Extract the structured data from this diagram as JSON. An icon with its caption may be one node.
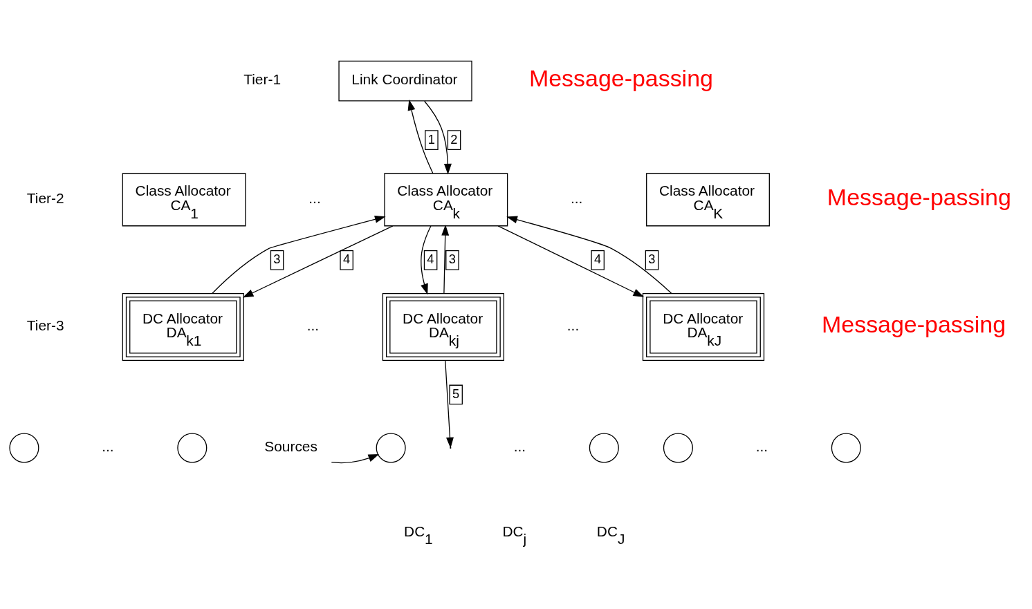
{
  "diagram": {
    "nodes": [
      {
        "text": [
          "Link Coordinator"
        ]
      },
      {
        "text": [
          "Class Allocator",
          "CA$_{1}$"
        ]
      },
      {
        "text": [
          "Class Allocator",
          "CA$_{k}$"
        ]
      },
      {
        "text": [
          "Class Allocator",
          "CA$_{K}$"
        ]
      },
      {
        "text": [
          "DC Allocator",
          "DA$_{k1}$"
        ]
      },
      {
        "text": [
          "DC Allocator",
          "DA$_{kj}$"
        ]
      },
      {
        "text": [
          "DC Allocator",
          "DA$_{kJ}$"
        ]
      },
      {
        "text": [],
        "shape": "circle"
      },
      {
        "text": [],
        "shape": "circle"
      },
      {
        "text": [
          "Sources"
        ]
      },
      {
        "text": [],
        "shape": "circle"
      },
      {
        "text": [],
        "shape": "circle"
      },
      {
        "text": [],
        "shape": "circle"
      },
      {
        "text": [],
        "shape": "circle"
      }
    ],
    "edges": [
      {
        "from": 2,
        "to": 0,
        "arrow": "to",
        "label": "1"
      },
      {
        "from": 0,
        "to": 2,
        "arrow": "to",
        "label": "2"
      },
      {
        "from": 4,
        "to": 2,
        "arrow": "to",
        "label": "3"
      },
      {
        "from": 2,
        "to": 4,
        "arrow": "to",
        "label": "4"
      },
      {
        "from": 5,
        "to": 2,
        "arrow": "to",
        "label": "3"
      },
      {
        "from": 2,
        "to": 5,
        "arrow": "to",
        "label": "4"
      },
      {
        "from": 2,
        "to": 6,
        "arrow": "to",
        "label": "4"
      },
      {
        "from": 6,
        "to": 2,
        "arrow": "to",
        "label": "3"
      },
      {
        "from": 5,
        "to": null,
        "arrow": "to",
        "label": "5"
      },
      {
        "from": 9,
        "to": 10,
        "arrow": "to"
      }
    ],
    "labels": [
      "Tier-1",
      "Message-passing",
      "Tier-2",
      "...",
      "...",
      "Message-passing",
      "Tier-3",
      "...",
      "...",
      "Message-passing",
      "...",
      "...",
      "...",
      "DC$_{1}$",
      "DC$_{j}$",
      "DC$_{J}$"
    ]
  }
}
